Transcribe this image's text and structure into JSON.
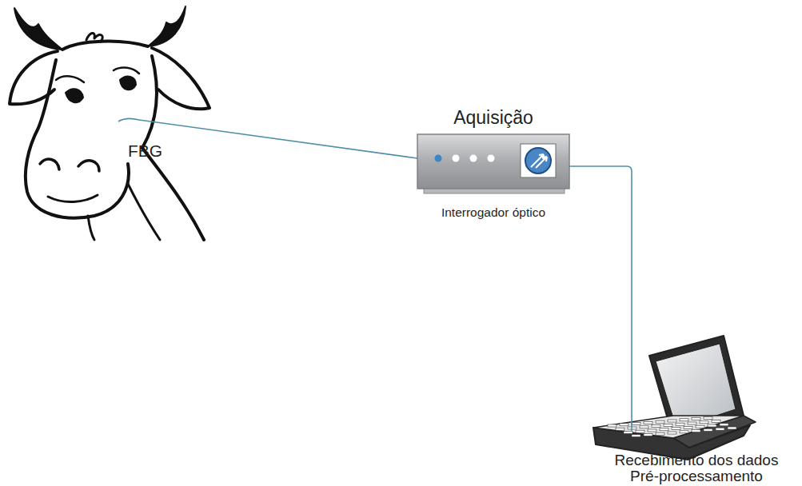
{
  "diagram": {
    "nodes": [
      {
        "text": [
          "FBG"
        ]
      },
      {
        "text": [
          "Aquisição",
          "Interrogador óptico"
        ]
      },
      {
        "text": [
          "Recebimento dos dados Pré-processamento"
        ]
      }
    ],
    "edges": [
      {
        "from": 0,
        "to": 1,
        "arrow": "none"
      },
      {
        "from": 1,
        "to": 2,
        "arrow": "none"
      }
    ]
  }
}
